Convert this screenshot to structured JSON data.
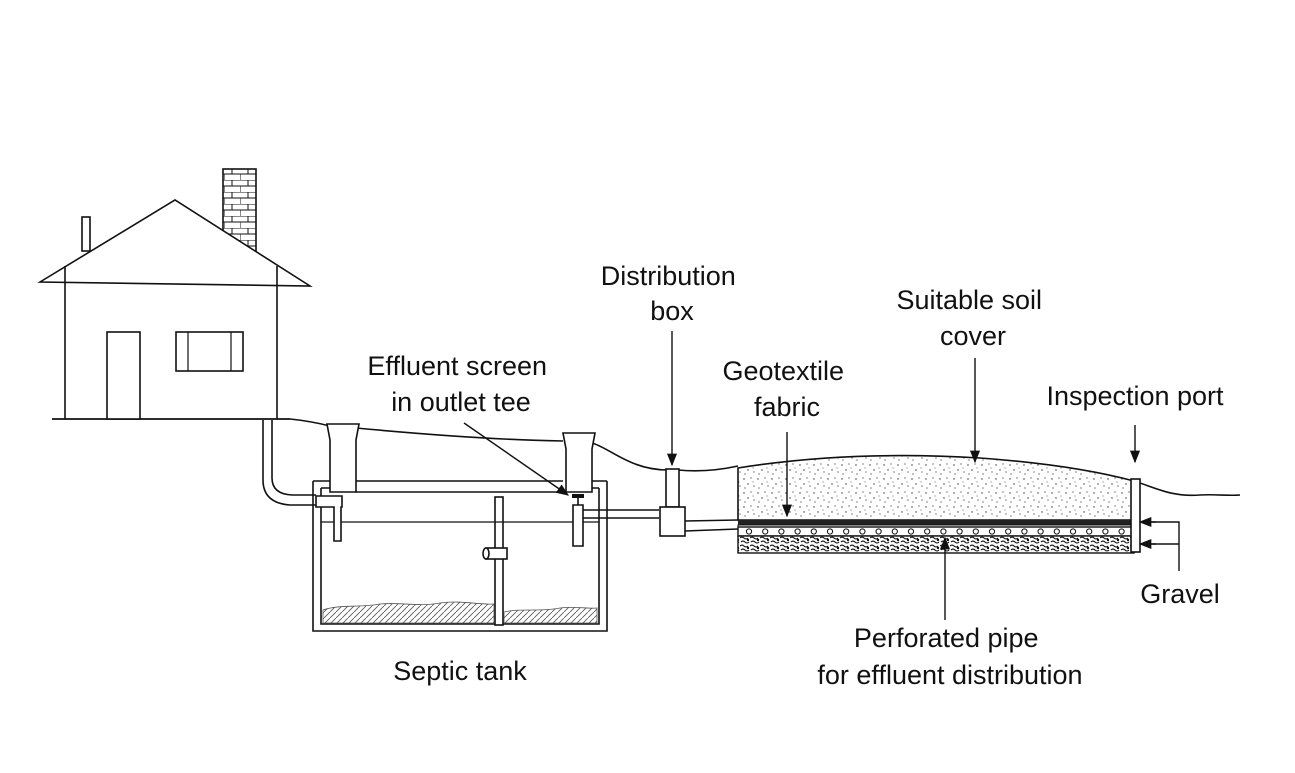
{
  "labels": {
    "distribution_box": [
      "Distribution",
      "box"
    ],
    "suitable_soil_cover": [
      "Suitable soil",
      "cover"
    ],
    "effluent_screen": [
      "Effluent screen",
      "in outlet tee"
    ],
    "geotextile_fabric": [
      "Geotextile",
      "fabric"
    ],
    "inspection_port": "Inspection port",
    "gravel": "Gravel",
    "perforated_pipe": [
      "Perforated pipe",
      "for effluent distribution"
    ],
    "septic_tank": "Septic tank"
  }
}
